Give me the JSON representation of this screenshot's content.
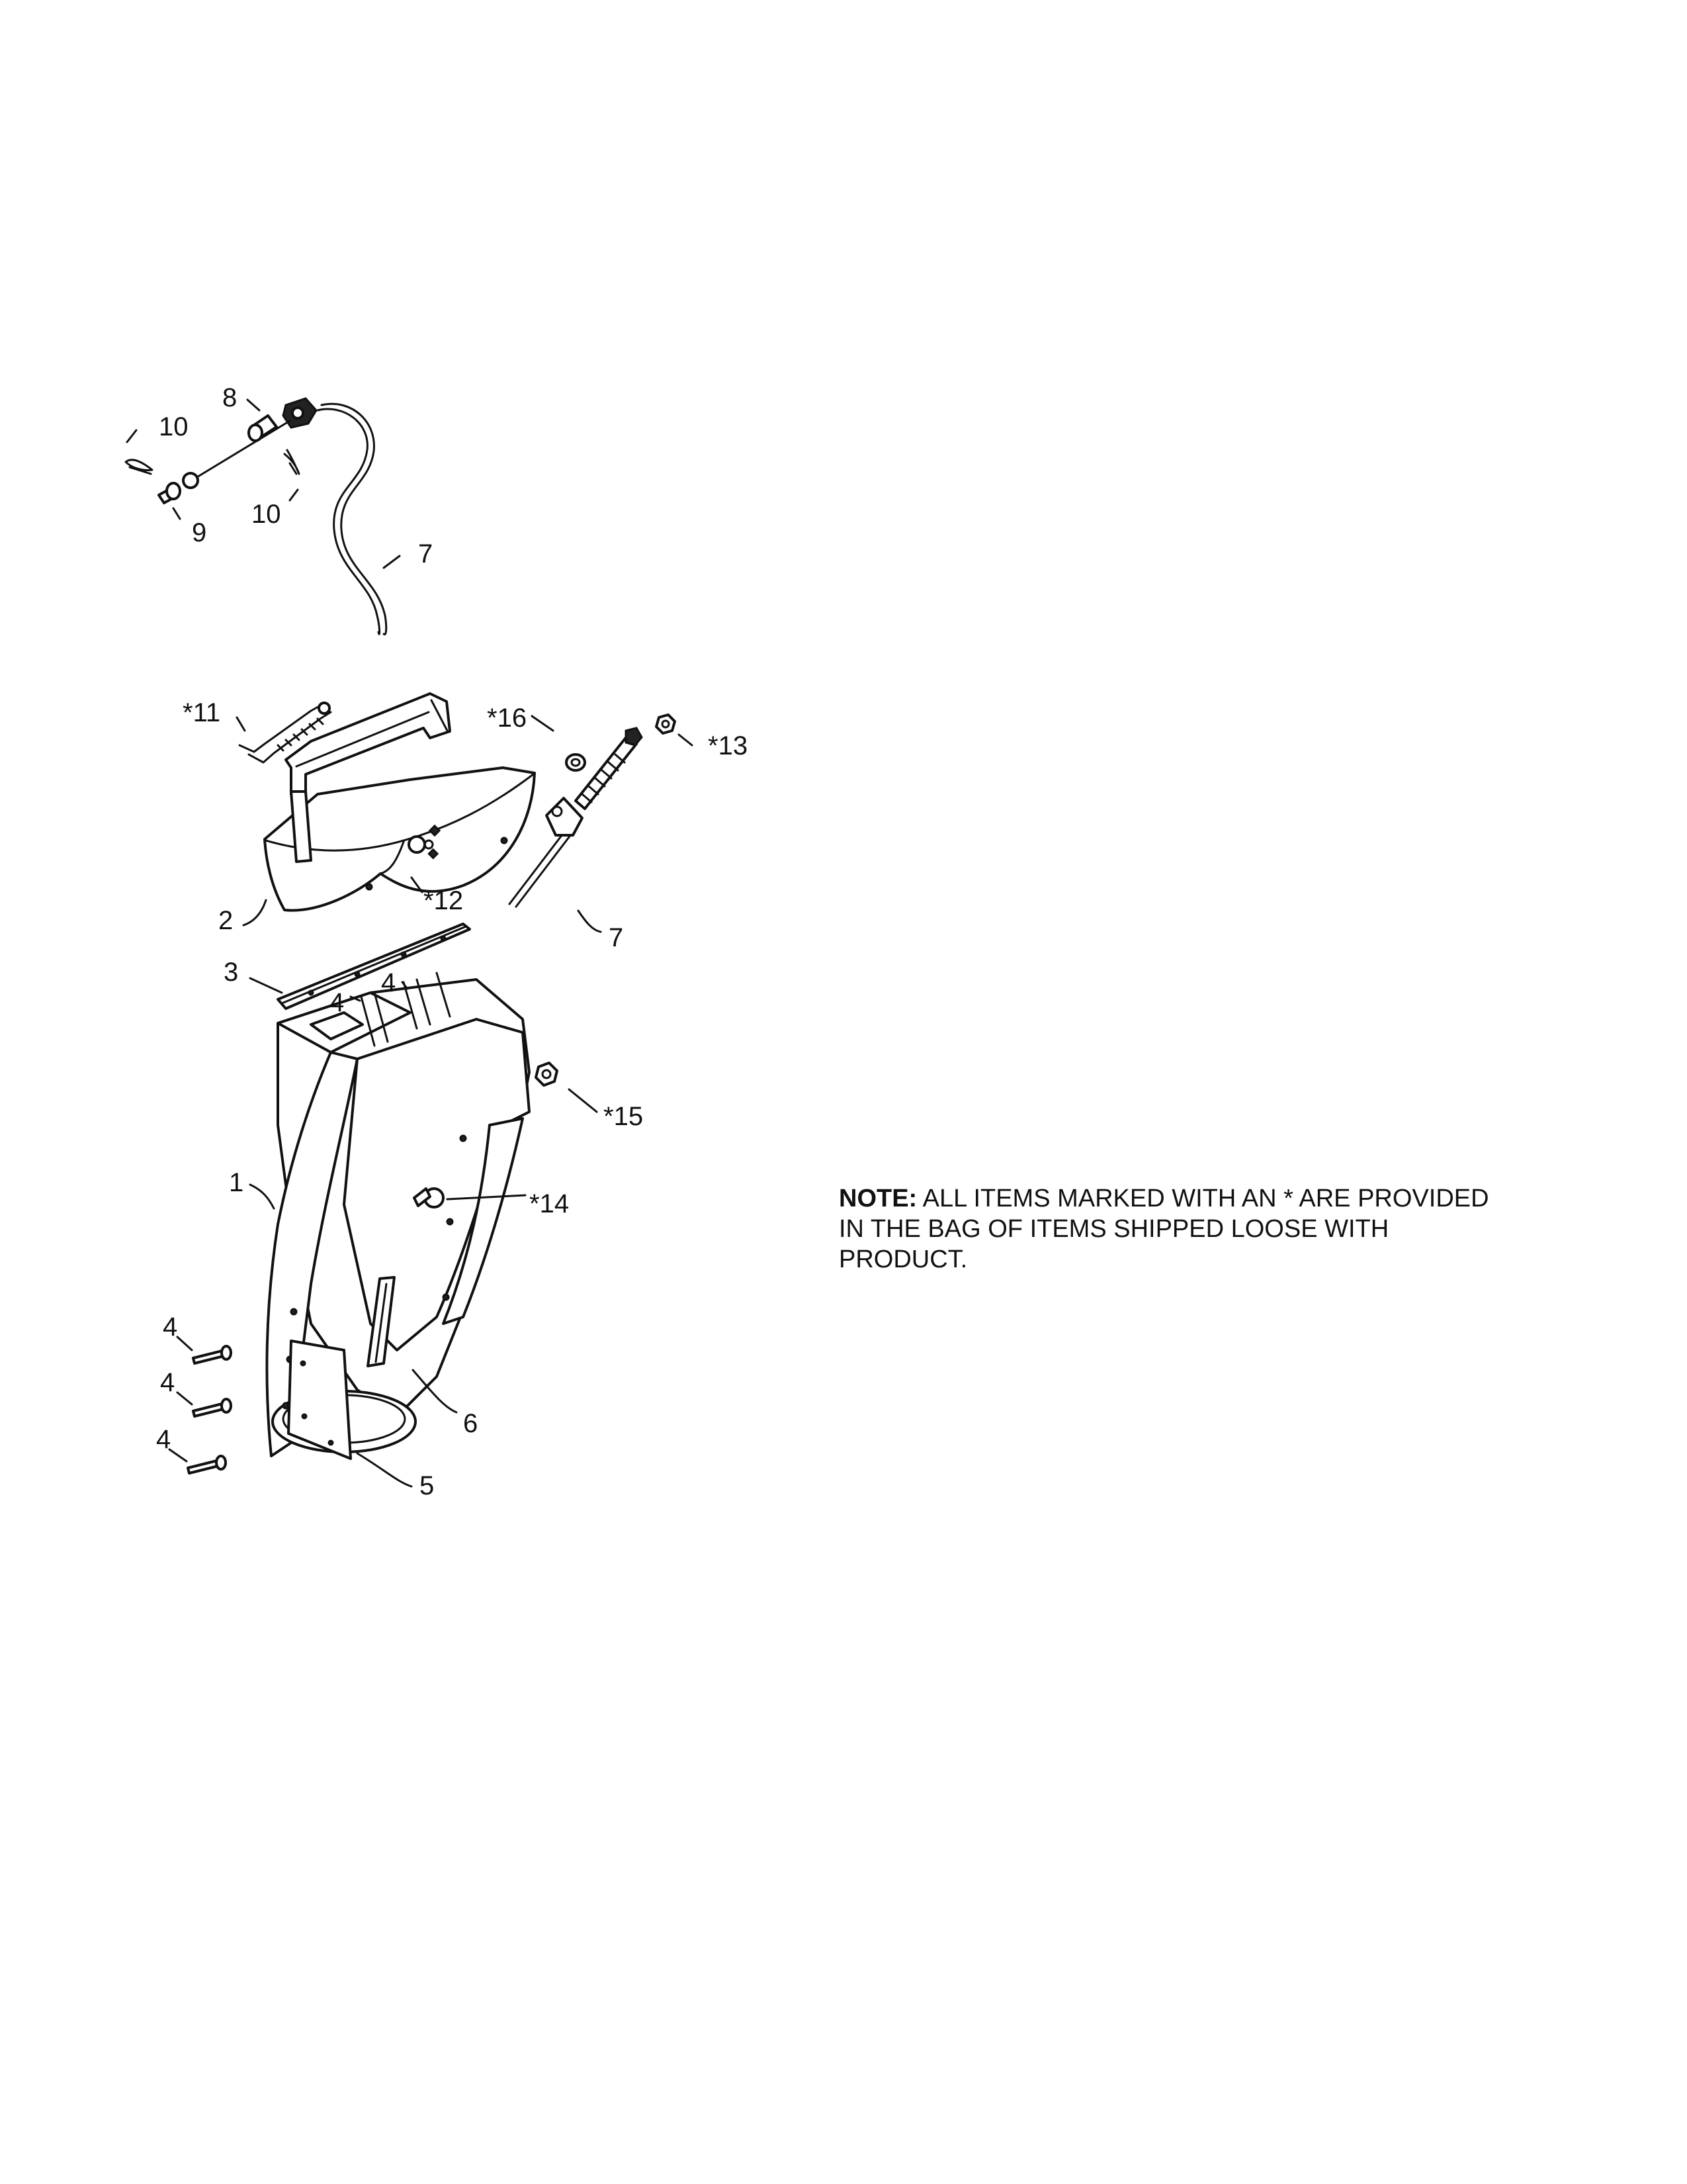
{
  "callouts": {
    "c1": "1",
    "c2": "2",
    "c3": "3",
    "c4a": "4",
    "c4b": "4",
    "c4c": "4",
    "c4d": "4",
    "c4e": "4",
    "c5": "5",
    "c6": "6",
    "c7a": "7",
    "c7b": "7",
    "c8": "8",
    "c9": "9",
    "c10a": "10",
    "c10b": "10",
    "c11": "*11",
    "c12": "*12",
    "c13": "*13",
    "c14": "*14",
    "c15": "*15",
    "c16": "*16"
  },
  "note": {
    "heading": "NOTE:",
    "body": " ALL ITEMS MARKED WITH AN * ARE PROVIDED IN THE BAG OF ITEMS SHIPPED LOOSE WITH PRODUCT."
  }
}
